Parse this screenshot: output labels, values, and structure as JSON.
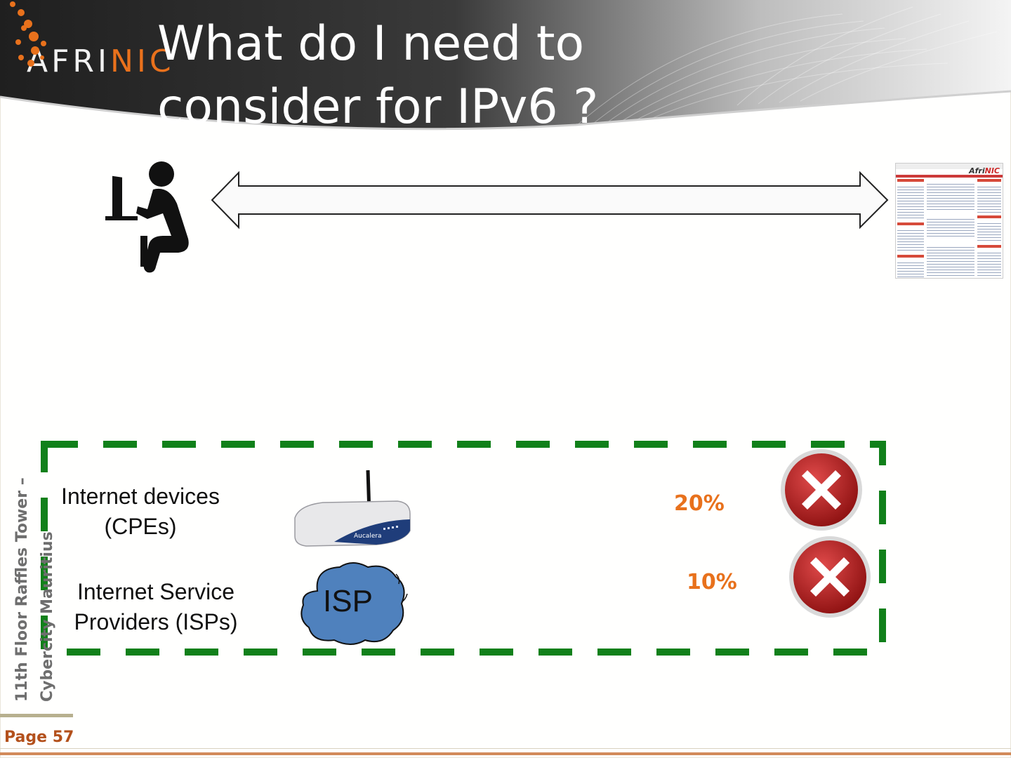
{
  "slide": {
    "title": "What do I need to\nconsider for IPv6 ?",
    "logo": {
      "prefix": "AFRI",
      "suffix": "NIC"
    },
    "side_text": "11th Floor Raffles Tower – Cybercity Mauritius",
    "page_label": "Page 57"
  },
  "website_thumbnail": {
    "brand_prefix": "Afri",
    "brand_suffix": "NIC"
  },
  "rows": [
    {
      "label": "Internet devices\n(CPEs)",
      "percent": "20%",
      "icon": "router-icon",
      "status_icon": "x-icon"
    },
    {
      "label": "Internet Service\nProviders (ISPs)",
      "percent": "10%",
      "icon": "cloud-icon",
      "cloud_text": "ISP",
      "status_icon": "x-icon"
    }
  ],
  "colors": {
    "accent_orange": "#e8711c",
    "dash_green": "#11801a",
    "x_red": "#b21e1e",
    "page_red": "#b3501b",
    "cloud_blue": "#4f81bd"
  }
}
